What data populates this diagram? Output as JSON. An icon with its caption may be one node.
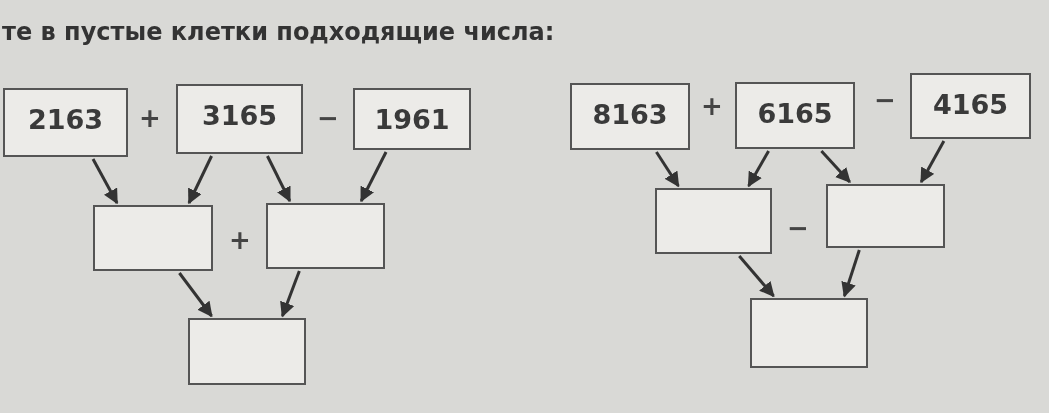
{
  "diagram": {
    "title": "те в пустые клетки подходящие числа:",
    "nodes": [
      {
        "text": [
          "2163"
        ]
      },
      {
        "text": [
          "3165"
        ]
      },
      {
        "text": [
          "1961"
        ]
      },
      {
        "text": [],
        "shape": "box"
      },
      {
        "text": [],
        "shape": "box"
      },
      {
        "text": [],
        "shape": "box"
      },
      {
        "text": [
          "8163"
        ]
      },
      {
        "text": [
          "6165"
        ]
      },
      {
        "text": [
          "4165"
        ]
      },
      {
        "text": [],
        "shape": "box"
      },
      {
        "text": [],
        "shape": "box"
      },
      {
        "text": [],
        "shape": "box"
      }
    ],
    "edges": [
      {
        "from": 0,
        "to": 3,
        "arrow": "to"
      },
      {
        "from": 1,
        "to": 3,
        "arrow": "to"
      },
      {
        "from": 1,
        "to": 4,
        "arrow": "to"
      },
      {
        "from": 2,
        "to": 4,
        "arrow": "to"
      },
      {
        "from": 3,
        "to": 5,
        "arrow": "to"
      },
      {
        "from": 4,
        "to": 5,
        "arrow": "to"
      },
      {
        "from": 6,
        "to": 9,
        "arrow": "to"
      },
      {
        "from": 7,
        "to": 9,
        "arrow": "to"
      },
      {
        "from": 7,
        "to": 10,
        "arrow": "to"
      },
      {
        "from": 8,
        "to": 10,
        "arrow": "to"
      },
      {
        "from": 9,
        "to": 11,
        "arrow": "to"
      },
      {
        "from": 10,
        "to": 11,
        "arrow": "to"
      }
    ],
    "labels": [
      "+",
      "−",
      "+",
      "−",
      "+",
      "−"
    ]
  }
}
